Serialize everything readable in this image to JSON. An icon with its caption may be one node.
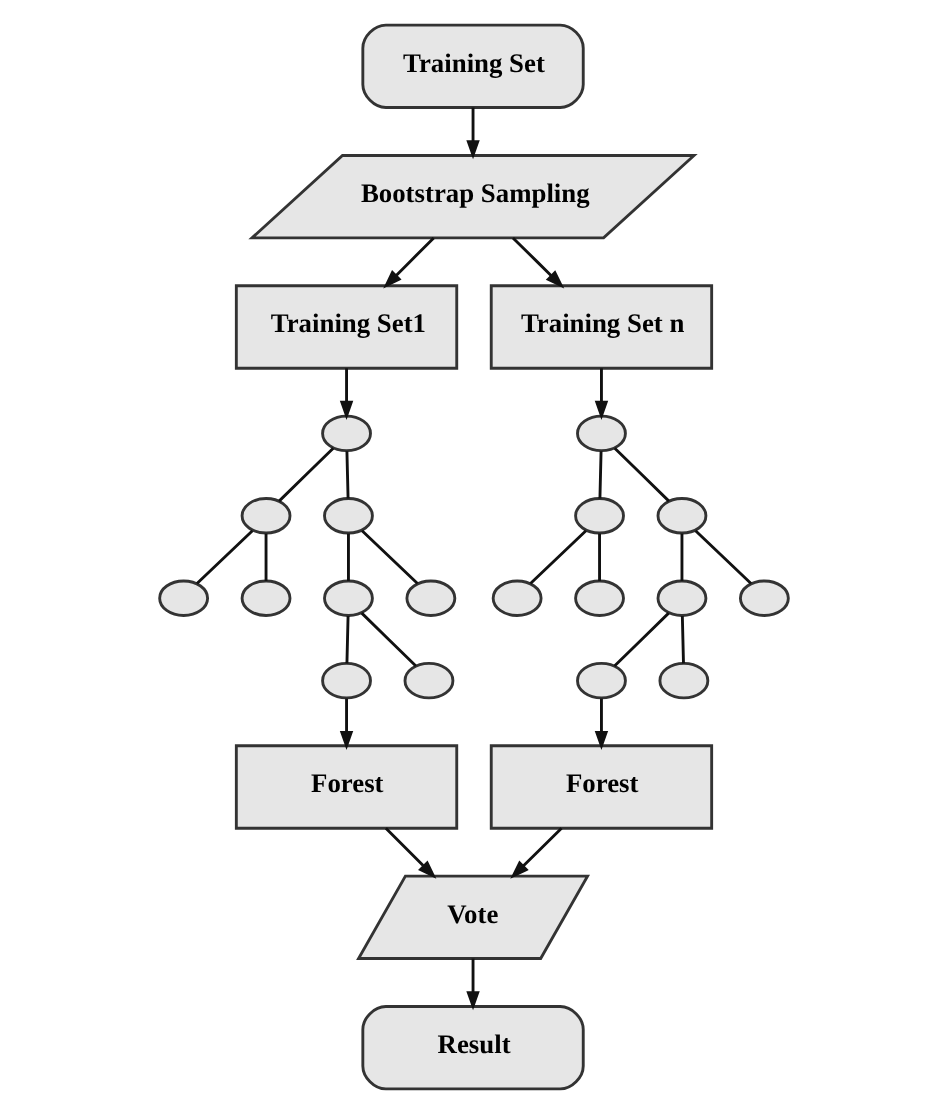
{
  "diagram": {
    "nodes": [
      {
        "text": [
          "Training Set"
        ]
      },
      {
        "text": [
          "Bootstrap Sampling"
        ]
      },
      {
        "text": [
          "Training Set1"
        ]
      },
      {
        "text": [
          "Training Set n"
        ]
      },
      {
        "text": [],
        "shape": "ellipse"
      },
      {
        "text": [],
        "shape": "ellipse"
      },
      {
        "text": [],
        "shape": "ellipse"
      },
      {
        "text": [],
        "shape": "ellipse"
      },
      {
        "text": [],
        "shape": "ellipse"
      },
      {
        "text": [],
        "shape": "ellipse"
      },
      {
        "text": [],
        "shape": "ellipse"
      },
      {
        "text": [],
        "shape": "ellipse"
      },
      {
        "text": [],
        "shape": "ellipse"
      },
      {
        "text": [],
        "shape": "ellipse"
      },
      {
        "text": [],
        "shape": "ellipse"
      },
      {
        "text": [],
        "shape": "ellipse"
      },
      {
        "text": [],
        "shape": "ellipse"
      },
      {
        "text": [],
        "shape": "ellipse"
      },
      {
        "text": [],
        "shape": "ellipse"
      },
      {
        "text": [],
        "shape": "ellipse"
      },
      {
        "text": [],
        "shape": "ellipse"
      },
      {
        "text": [],
        "shape": "ellipse"
      },
      {
        "text": [
          "Forest"
        ]
      },
      {
        "text": [
          "Forest"
        ]
      },
      {
        "text": [
          "Vote"
        ]
      },
      {
        "text": [
          "Result"
        ]
      }
    ],
    "edges": [
      {
        "from": 0,
        "to": 1,
        "arrow": "to"
      },
      {
        "from": 1,
        "to": 2,
        "arrow": "to"
      },
      {
        "from": 1,
        "to": 3,
        "arrow": "to"
      },
      {
        "from": 2,
        "to": 4,
        "arrow": "to"
      },
      {
        "from": 3,
        "to": 5,
        "arrow": "to"
      },
      {
        "from": 4,
        "to": 6,
        "arrow": "none"
      },
      {
        "from": 4,
        "to": 7,
        "arrow": "none"
      },
      {
        "from": 6,
        "to": 10,
        "arrow": "none"
      },
      {
        "from": 6,
        "to": 11,
        "arrow": "none"
      },
      {
        "from": 7,
        "to": 12,
        "arrow": "none"
      },
      {
        "from": 7,
        "to": 13,
        "arrow": "none"
      },
      {
        "from": 12,
        "to": 18,
        "arrow": "none"
      },
      {
        "from": 12,
        "to": 19,
        "arrow": "none"
      },
      {
        "from": 5,
        "to": 8,
        "arrow": "none"
      },
      {
        "from": 5,
        "to": 9,
        "arrow": "none"
      },
      {
        "from": 8,
        "to": 14,
        "arrow": "none"
      },
      {
        "from": 8,
        "to": 15,
        "arrow": "none"
      },
      {
        "from": 9,
        "to": 16,
        "arrow": "none"
      },
      {
        "from": 9,
        "to": 17,
        "arrow": "none"
      },
      {
        "from": 16,
        "to": 20,
        "arrow": "none"
      },
      {
        "from": 16,
        "to": 21,
        "arrow": "none"
      },
      {
        "from": 18,
        "to": 22,
        "arrow": "to"
      },
      {
        "from": 20,
        "to": 23,
        "arrow": "to"
      },
      {
        "from": 22,
        "to": 24,
        "arrow": "to"
      },
      {
        "from": 23,
        "to": 24,
        "arrow": "to"
      },
      {
        "from": 24,
        "to": 25,
        "arrow": "to"
      }
    ]
  }
}
